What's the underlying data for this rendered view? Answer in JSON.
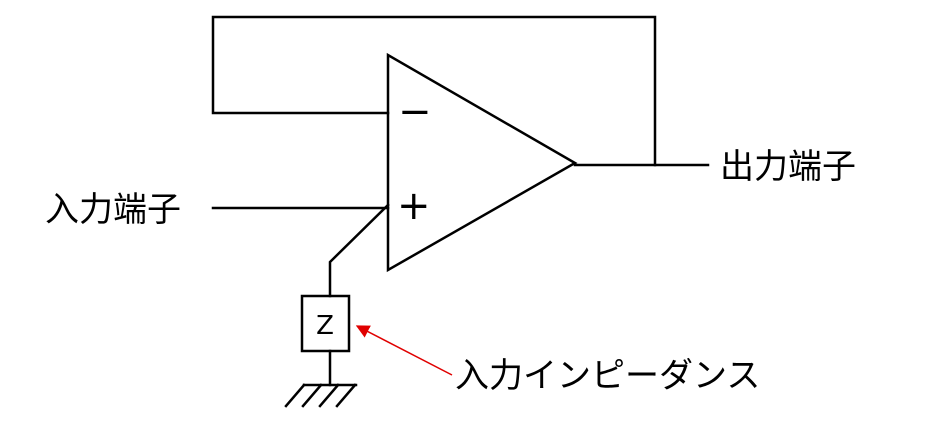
{
  "diagram": {
    "input_terminal_label": "入力端子",
    "output_terminal_label": "出力端子",
    "inverting_sign": "−",
    "noninverting_sign": "+",
    "impedance_symbol": "Z",
    "impedance_label": "入力インピーダンス"
  },
  "colors": {
    "line": "#000000",
    "arrow": "#e00000",
    "background": "#ffffff"
  }
}
